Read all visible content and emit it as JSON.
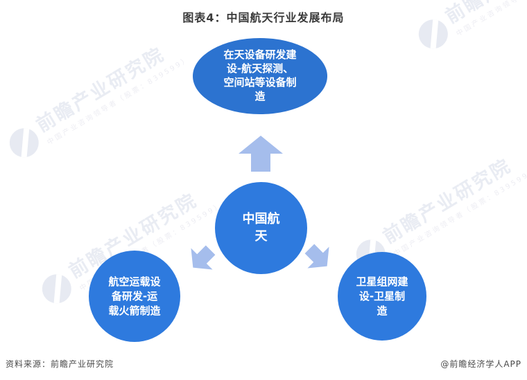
{
  "title": "图表4：中国航天行业发展布局",
  "diagram": {
    "center_node": {
      "label": "中国航\n天",
      "color": "#2e7ade",
      "text_color": "#ffffff"
    },
    "top_node": {
      "label": "在天设备研发建\n设-航天探测、\n空间站等设备制\n造",
      "color": "#2c73d0",
      "text_color": "#ffffff"
    },
    "bottom_left_node": {
      "label": "航空运载设\n备研发-运\n载火箭制造",
      "color": "#2e7ade",
      "text_color": "#ffffff"
    },
    "bottom_right_node": {
      "label": "卫星组网建\n设-卫星制\n造",
      "color": "#2e7ade",
      "text_color": "#ffffff"
    },
    "arrow_color": "#a5bdec",
    "arrows": [
      "up-from-center-to-top",
      "down-left-from-center",
      "down-right-from-center"
    ]
  },
  "watermark": {
    "logo": "qianzhan-lighthouse-logo",
    "text": "前瞻产业研究院",
    "subtext": "中国产业咨询领导者（股票：839599）",
    "color": "#e9ecf3"
  },
  "footer": {
    "source": "资料来源：前瞻产业研究院",
    "credit": "@前瞻经济学人APP"
  }
}
